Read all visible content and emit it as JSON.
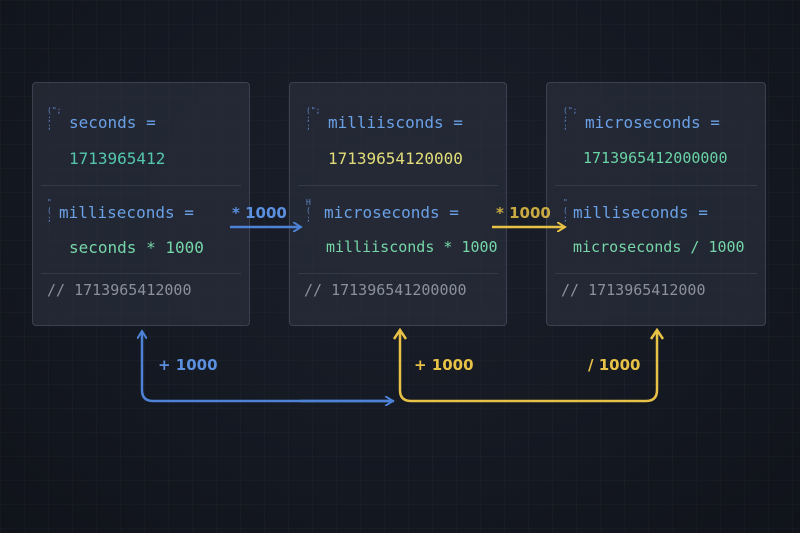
{
  "cards": [
    {
      "glyph_top": "(\";\n;\n;",
      "var_label": "seconds =",
      "value": "1713965412",
      "glyph_mid": "\"\n(\n;",
      "calc_label": "milliseconds =",
      "calc_expr": "seconds * 1000",
      "result_comment": "// 1713965412000"
    },
    {
      "glyph_top": "(\";\n;\n;",
      "var_label": "milliisconds =",
      "value": "17139654120000",
      "glyph_mid": "H\n(\n;",
      "calc_label": "microseconds =",
      "calc_expr": "milliisconds * 1000",
      "result_comment": "// 171396541200000"
    },
    {
      "glyph_top": "(\";\n;\n;",
      "var_label": "microseconds =",
      "value": "1713965412000000",
      "glyph_mid": "\"\n(\n;",
      "calc_label": "milliseconds =",
      "calc_expr": "microseconds / 1000",
      "result_comment": "// 1713965412000"
    }
  ],
  "arrows": {
    "top_left_label": "* 1000",
    "top_right_label": "* 1000",
    "bottom_blue_label": "+ 1000",
    "bottom_yellow_left_label": "+ 1000",
    "bottom_yellow_right_label": "/ 1000"
  },
  "colors": {
    "blue_arrow": "#4d82d6",
    "yellow_arrow": "#e7c247"
  }
}
